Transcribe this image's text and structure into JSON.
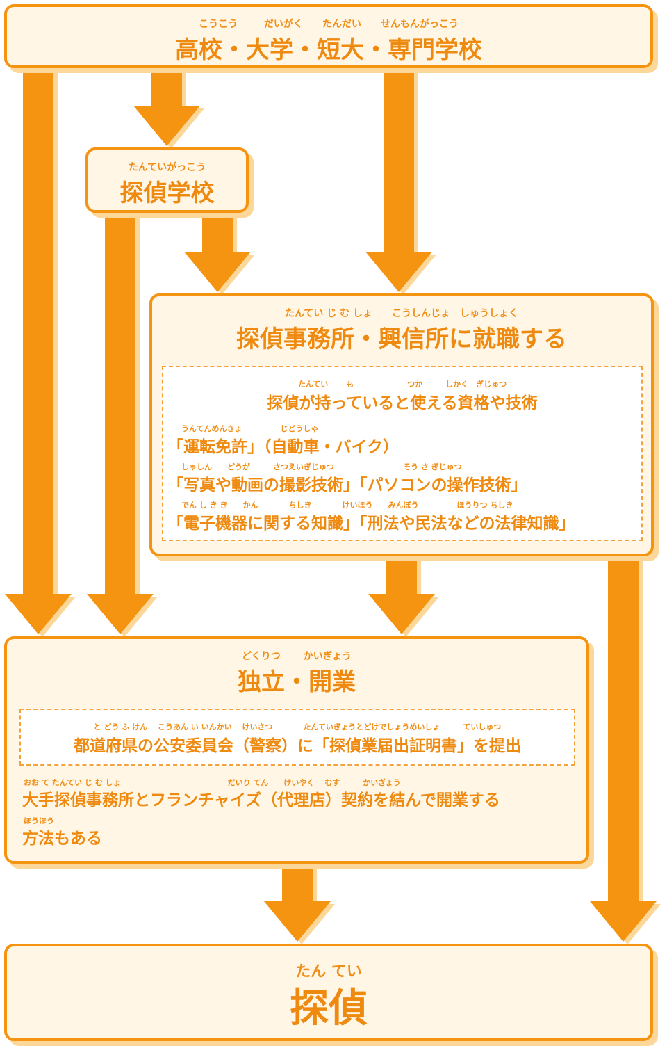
{
  "top": {
    "furigana": "こうこう　 　 だいがく　　たんだい　　せんもんがっこう",
    "title": "高校・大学・短大・専門学校"
  },
  "school": {
    "furigana": "たんていがっこう",
    "title": "探偵学校"
  },
  "office": {
    "furigana": "たんてい じ む しょ　　こうしんじょ　しゅうしょく",
    "title": "探偵事務所・興信所に就職する",
    "skills": {
      "heading_furigana": "たんてい　　 も　　　　　　　つか　　　しかく　ぎじゅつ",
      "heading": "探偵が持っていると使える資格や技術",
      "lines": [
        {
          "furigana": "うんてんめんきょ　　　　　じどうしゃ",
          "text": "「運転免許」（自動車・バイク）"
        },
        {
          "furigana": "しゃしん　　どうが　　　さつえいぎじゅつ　　　　　　　　　そう さ ぎじゅつ",
          "text": "「写真や動画の撮影技術」「パソコンの操作技術」"
        },
        {
          "furigana": "でん し き き　　かん　　　　ちしき　　　　けいほう　　みんぽう　　　　　ほうりつ ちしき",
          "text": "「電子機器に関する知識」「刑法や民法などの法律知識」"
        }
      ]
    }
  },
  "independent": {
    "furigana": "どくりつ　　 かいぎょう",
    "title": "独立・開業",
    "notice_furigana": "と どう ふ けん　 こうあん い いんかい　 けいさつ　　　　たんていぎょうとどけでしょうめいしょ　　　ていしゅつ",
    "notice": "都道府県の公安委員会（警察）に「探偵業届出証明書」を提出",
    "note_line1_furigana": "おお て たんてい じ む しょ　　　　　　　　　　　　　　だいり てん　　けいやく　 むす　　　かいぎょう",
    "note_line1": "大手探偵事務所とフランチャイズ（代理店）契約を結んで開業する",
    "note_line2_furigana": "ほうほう",
    "note_line2": "方法もある"
  },
  "goal": {
    "furigana": "たん てい",
    "title": "探偵"
  },
  "colors": {
    "accent": "#f59411",
    "shadow": "#fbd79a",
    "box_fill": "#fff6e6",
    "text": "#ef8a10"
  }
}
